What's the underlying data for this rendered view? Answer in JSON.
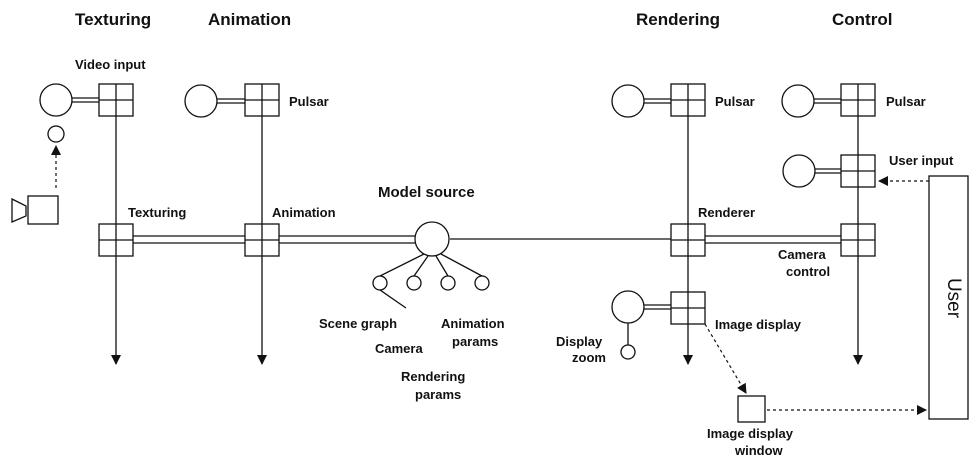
{
  "headers": {
    "texturing": "Texturing",
    "animation": "Animation",
    "rendering": "Rendering",
    "control": "Control"
  },
  "labels": {
    "video_input": "Video input",
    "pulsar_animation": "Pulsar",
    "pulsar_rendering": "Pulsar",
    "pulsar_control": "Pulsar",
    "user_input": "User input",
    "texturing_node": "Texturing",
    "animation_node": "Animation",
    "model_source": "Model source",
    "renderer": "Renderer",
    "camera_control_1": "Camera",
    "camera_control_2": "control",
    "scene_graph": "Scene graph",
    "camera": "Camera",
    "animation_params_1": "Animation",
    "animation_params_2": "params",
    "rendering_params_1": "Rendering",
    "rendering_params_2": "params",
    "display_zoom_1": "Display",
    "display_zoom_2": "zoom",
    "image_display": "Image display",
    "image_display_window_1": "Image display",
    "image_display_window_2": "window",
    "user": "User"
  }
}
